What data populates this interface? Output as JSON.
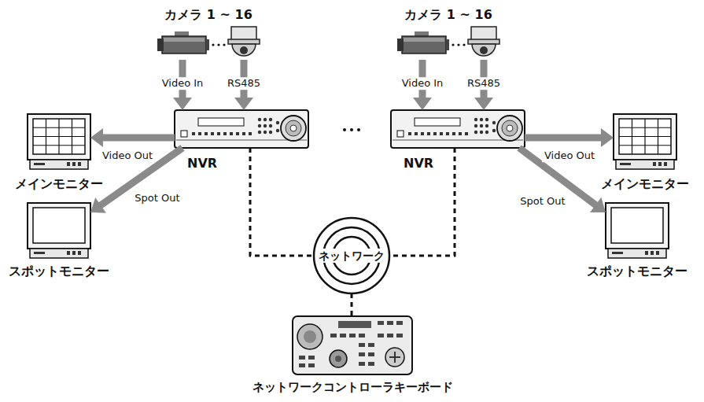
{
  "diagram": {
    "nodes": [
      {
        "text": [
          "カメラ 1 ~ 16"
        ]
      },
      {
        "text": [
          "NVR"
        ]
      },
      {
        "text": [
          "メインモニター"
        ]
      },
      {
        "text": [
          "スポットモニター"
        ]
      },
      {
        "text": [
          "カメラ 1 ~ 16"
        ]
      },
      {
        "text": [
          "NVR"
        ]
      },
      {
        "text": [
          "メインモニター"
        ]
      },
      {
        "text": [
          "スポットモニター"
        ]
      },
      {
        "text": [
          "ネットワーク"
        ]
      },
      {
        "text": [
          "ネットワークコントローラキーボード"
        ]
      }
    ],
    "edges": [
      {
        "from": 0,
        "to": 1,
        "label": "Video In",
        "arrow": "to"
      },
      {
        "from": 0,
        "to": 1,
        "label": "RS485",
        "arrow": "to"
      },
      {
        "from": 1,
        "to": 2,
        "label": "Video Out",
        "arrow": "to"
      },
      {
        "from": 1,
        "to": 3,
        "label": "Spot Out",
        "arrow": "to"
      },
      {
        "from": 4,
        "to": 5,
        "label": "Video In",
        "arrow": "to"
      },
      {
        "from": 4,
        "to": 5,
        "label": "RS485",
        "arrow": "to"
      },
      {
        "from": 5,
        "to": 6,
        "label": "Video Out",
        "arrow": "to"
      },
      {
        "from": 5,
        "to": 7,
        "label": "Spot Out",
        "arrow": "to"
      },
      {
        "from": 1,
        "to": 8,
        "arrow": "none"
      },
      {
        "from": 5,
        "to": 8,
        "arrow": "none"
      },
      {
        "from": 8,
        "to": 9,
        "arrow": "none"
      }
    ]
  }
}
